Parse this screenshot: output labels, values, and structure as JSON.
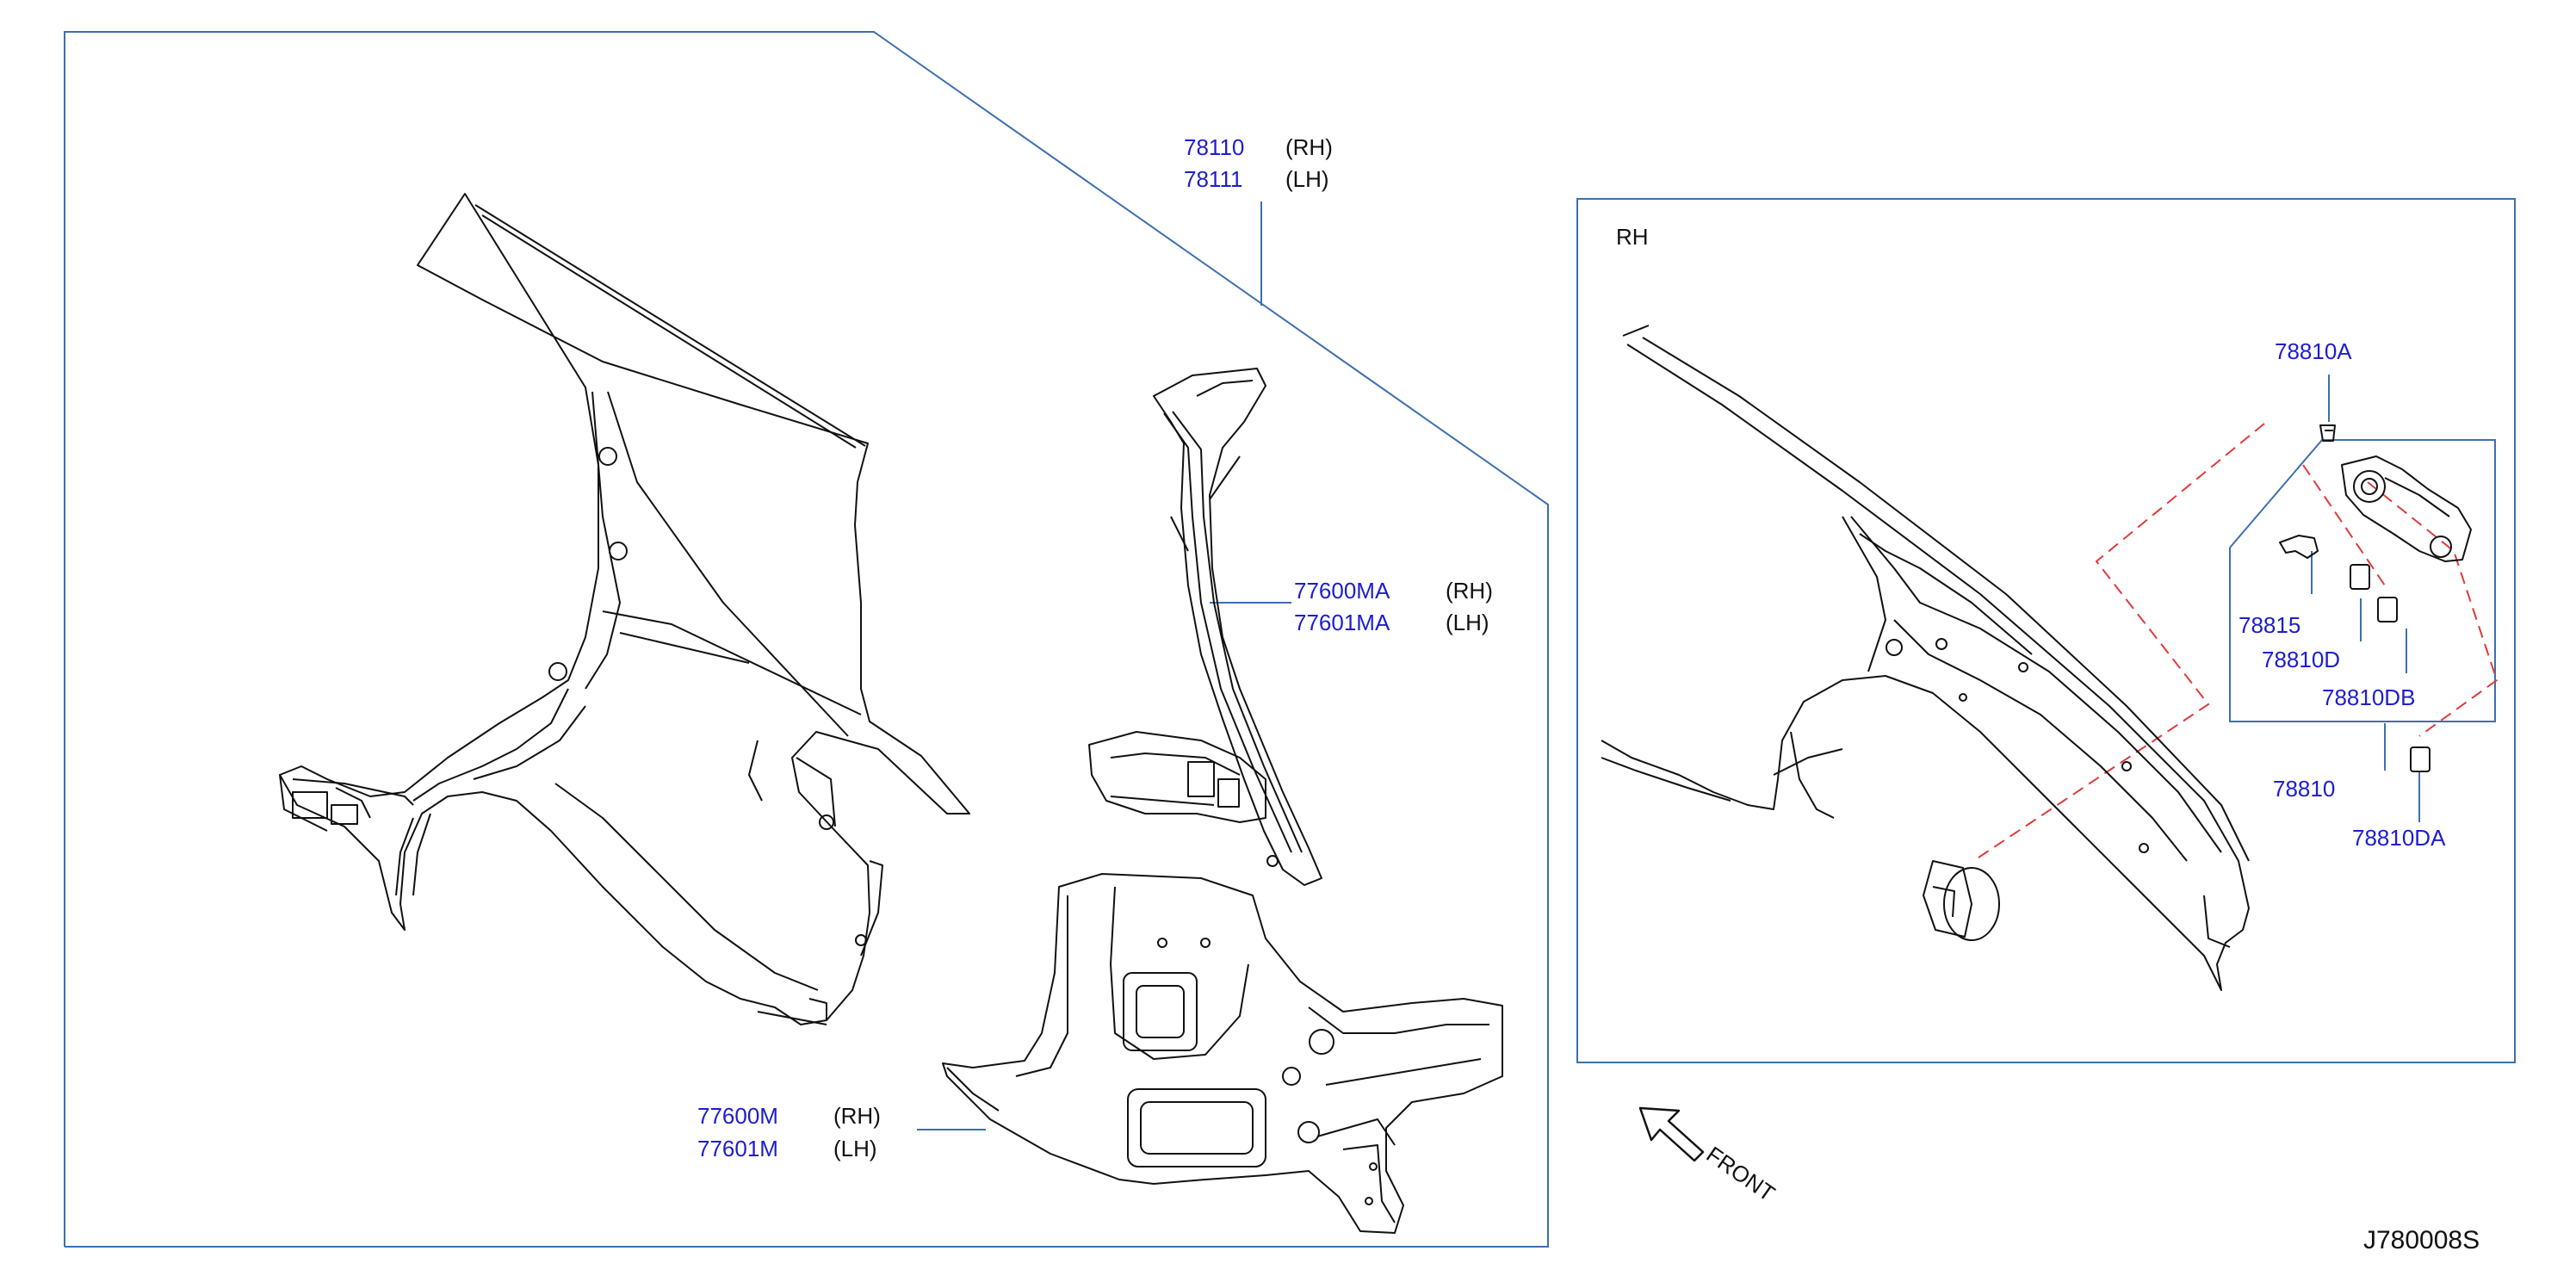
{
  "diagram_id": "J780008S",
  "colors": {
    "frame": "#3d6fb0",
    "part_number": "#1d1dd0",
    "text": "#111111",
    "leader_dashed": "#e03a3a",
    "linework": "#111111"
  },
  "main_group": {
    "labels": [
      {
        "part": "78110",
        "side": "(RH)"
      },
      {
        "part": "78111",
        "side": "(LH)"
      },
      {
        "part": "77600MA",
        "side": "(RH)"
      },
      {
        "part": "77601MA",
        "side": "(LH)"
      },
      {
        "part": "77600M",
        "side": "(RH)"
      },
      {
        "part": "77601M",
        "side": "(LH)"
      }
    ]
  },
  "detail_group": {
    "title": "RH",
    "labels": [
      {
        "part": "78810A"
      },
      {
        "part": "78815"
      },
      {
        "part": "78810D"
      },
      {
        "part": "78810DB"
      },
      {
        "part": "78810"
      },
      {
        "part": "78810DA"
      }
    ]
  },
  "orientation": {
    "label": "FRONT",
    "icon": "front-arrow-icon"
  }
}
